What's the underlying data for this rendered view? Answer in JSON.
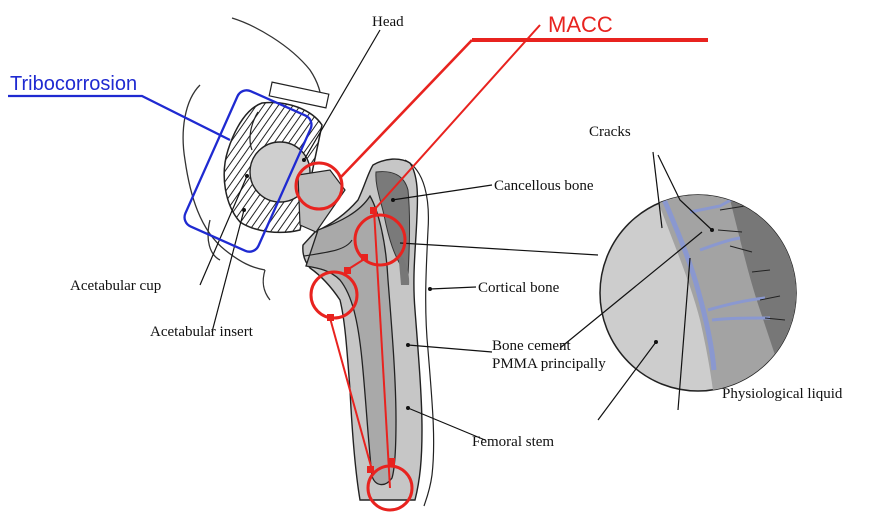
{
  "labels": {
    "head": "Head",
    "macc": "MACC",
    "tribocorrosion": "Tribocorrosion",
    "cracks": "Cracks",
    "cancellous_bone": "Cancellous bone",
    "cortical_bone": "Cortical bone",
    "bone_cement_line1": "Bone cement",
    "bone_cement_line2": "PMMA principally",
    "femoral_stem": "Femoral stem",
    "acetabular_cup": "Acetabular cup",
    "acetabular_insert": "Acetabular insert",
    "physiological_liquid": "Physiological liquid"
  },
  "colors": {
    "macc": "#e8231f",
    "tribocorrosion": "#1f2ad1",
    "physiological_liquid": "#e8333a",
    "crack_liquid": "#8a98d0",
    "bone_dark": "#7d7d7d",
    "bone_light": "#c9c9c9",
    "stem": "#a9a9a9"
  }
}
